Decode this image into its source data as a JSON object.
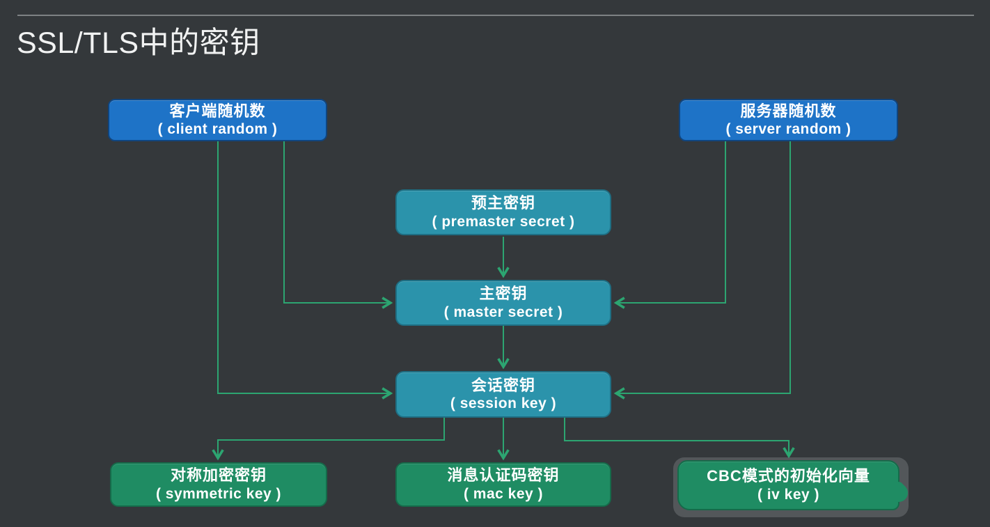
{
  "title": "SSL/TLS中的密钥",
  "nodes": {
    "client_random": {
      "label_zh": "客户端随机数",
      "label_en": "( client random )"
    },
    "server_random": {
      "label_zh": "服务器随机数",
      "label_en": "( server random )"
    },
    "premaster_secret": {
      "label_zh": "预主密钥",
      "label_en": "( premaster secret )"
    },
    "master_secret": {
      "label_zh": "主密钥",
      "label_en": "( master secret )"
    },
    "session_key": {
      "label_zh": "会话密钥",
      "label_en": "( session key )"
    },
    "symmetric_key": {
      "label_zh": "对称加密密钥",
      "label_en": "( symmetric key )"
    },
    "mac_key": {
      "label_zh": "消息认证码密钥",
      "label_en": "( mac key )"
    },
    "iv_key": {
      "label_zh": "CBC模式的初始化向量",
      "label_en": "( iv key )"
    }
  },
  "edges": [
    {
      "from": "client_random",
      "to": "master_secret"
    },
    {
      "from": "client_random",
      "to": "session_key"
    },
    {
      "from": "server_random",
      "to": "master_secret"
    },
    {
      "from": "server_random",
      "to": "session_key"
    },
    {
      "from": "premaster_secret",
      "to": "master_secret"
    },
    {
      "from": "master_secret",
      "to": "session_key"
    },
    {
      "from": "session_key",
      "to": "symmetric_key"
    },
    {
      "from": "session_key",
      "to": "mac_key"
    },
    {
      "from": "session_key",
      "to": "iv_key"
    }
  ],
  "colors": {
    "background": "#34383b",
    "box_blue": "#1e73c7",
    "box_teal": "#2b93ab",
    "box_green": "#1f8c63",
    "connector_green": "#2ca571",
    "title_text": "#f1f2f2",
    "rule_gray": "#7e8284"
  }
}
